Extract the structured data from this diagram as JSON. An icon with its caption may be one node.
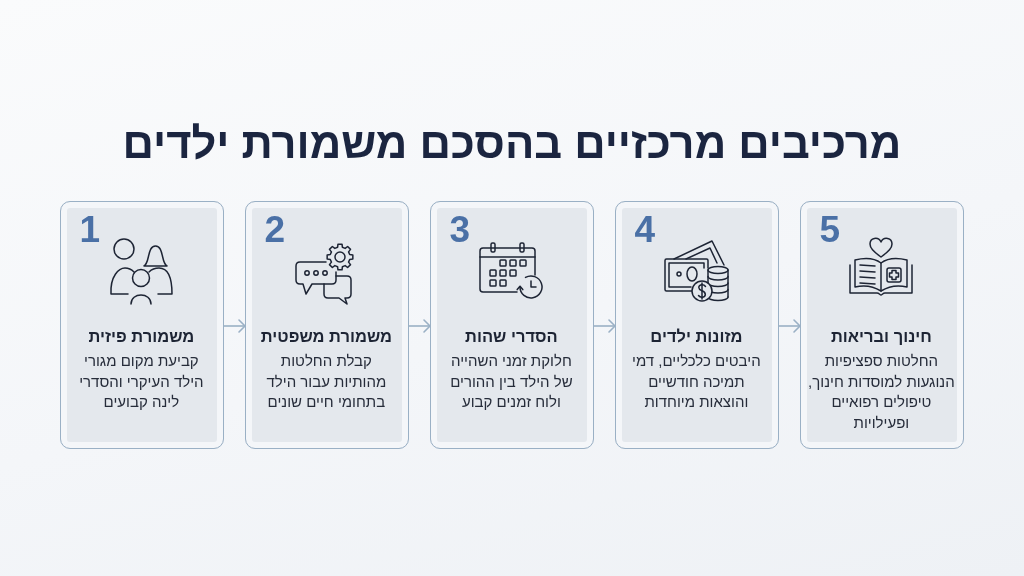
{
  "diagram": {
    "title": "מרכיבים מרכזיים בהסכם משמורת ילדים",
    "nodes": [
      {
        "text": [
          "1",
          "משמורת פיזית",
          "קביעת מקום מגורי הילד העיקרי והסדרי לינה קבועים"
        ]
      },
      {
        "text": [
          "2",
          "משמורת משפטית",
          "קבלת החלטות מהותיות עבור הילד בתחומי חיים שונים"
        ]
      },
      {
        "text": [
          "3",
          "הסדרי שהות",
          "חלוקת זמני השהייה של הילד בין ההורים ולוח זמנים קבוע"
        ]
      },
      {
        "text": [
          "4",
          "מזונות ילדים",
          "היבטים כלכליים, דמי תמיכה חודשיים והוצאות מיוחדות"
        ]
      },
      {
        "text": [
          "5",
          "חינוך ובריאות",
          "החלטות ספציפיות הנוגעות למוסדות חינוך, טיפולים רפואיים ופעילויות"
        ]
      }
    ],
    "edges": [
      {
        "from": 0,
        "to": 1,
        "arrow": "to"
      },
      {
        "from": 1,
        "to": 2,
        "arrow": "to"
      },
      {
        "from": 2,
        "to": 3,
        "arrow": "to"
      },
      {
        "from": 3,
        "to": 4,
        "arrow": "to"
      }
    ]
  }
}
